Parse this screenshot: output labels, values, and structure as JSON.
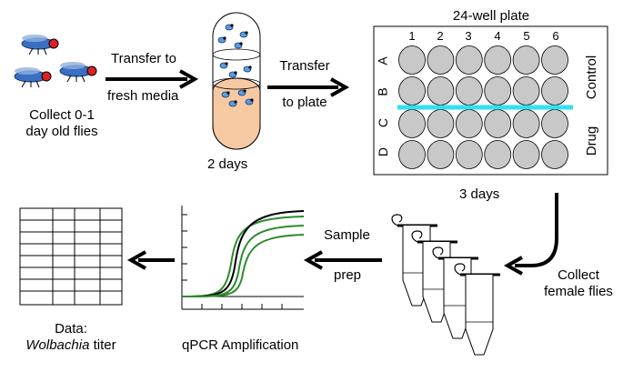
{
  "step_collect": {
    "line1": "Collect 0-1",
    "line2": "day old flies"
  },
  "step_transfer_media": {
    "line1": "Transfer to",
    "line2": "fresh media"
  },
  "vial_duration": "2 days",
  "step_transfer_plate": {
    "line1": "Transfer",
    "line2": "to plate"
  },
  "plate": {
    "title": "24-well plate",
    "columns": [
      "1",
      "2",
      "3",
      "4",
      "5",
      "6"
    ],
    "rows": [
      "A",
      "B",
      "C",
      "D"
    ],
    "groups": [
      "Control",
      "Drug"
    ],
    "divider_color": "#33e0f0",
    "well_color": "#c8c8c8"
  },
  "plate_duration": "3 days",
  "step_collect_female": {
    "line1": "Collect",
    "line2": "female flies"
  },
  "step_sample_prep": {
    "line1": "Sample",
    "line2": "prep"
  },
  "qpcr_label": "qPCR Amplification",
  "data_label": {
    "line1": "Data:",
    "line2_italic": "Wolbachia",
    "line2_rest": " titer"
  },
  "colors": {
    "media": "#f7c9a3",
    "curve_green": "#2e8b2e",
    "fly_body": "#3a6fc4",
    "fly_eye": "#e02020"
  },
  "icons": [
    "fly-icon",
    "vial-icon",
    "well-plate-icon",
    "tube-icon",
    "qpcr-chart-icon",
    "data-table-icon",
    "arrow-icon"
  ]
}
